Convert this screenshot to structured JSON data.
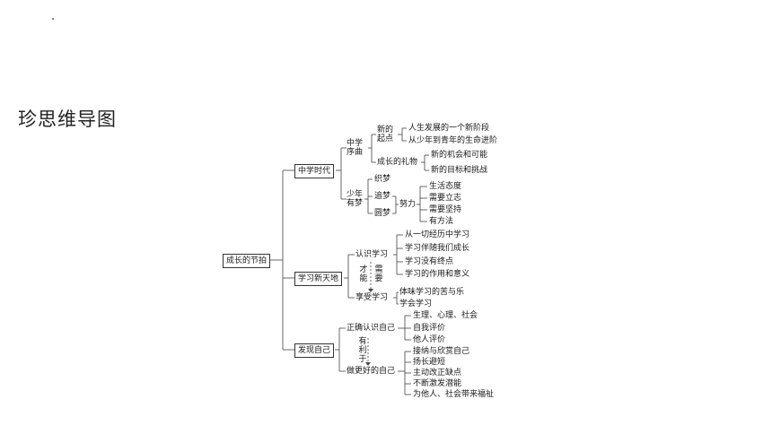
{
  "title": "珍思维导图",
  "root": "成长的节拍",
  "branches": {
    "b1": "中学时代",
    "b2": "学习新天地",
    "b3": "发现自己"
  },
  "b1": {
    "prelude": "中学\n序曲",
    "new_start": "新的\n起点",
    "new_start_items": [
      "人生发展的一个新阶段",
      "从少年到青年的生命进阶"
    ],
    "gift": "成长的礼物",
    "gift_items": [
      "新的机会和可能",
      "新的目标和挑战"
    ],
    "dream": "少年\n有梦",
    "weave": "织梦",
    "chase": "追梦",
    "realize": "圆梦",
    "effort": "努力",
    "effort_items": [
      "生活态度",
      "需要立志",
      "需要坚持",
      "有方法"
    ]
  },
  "b2": {
    "know": "认识学习",
    "know_items": [
      "从一切经历中学习",
      "学习伴随我们成长",
      "学习没有终点",
      "学习的作用和意义"
    ],
    "ability": "才能",
    "need": "需要",
    "enjoy": "享受学习",
    "enjoy_items": [
      "体味学习的苦与乐",
      "学会学习"
    ]
  },
  "b3": {
    "correct": "正确认识自己",
    "correct_items": [
      "生理、心理、社会",
      "自我评价",
      "他人评价"
    ],
    "beneficial": "有利于",
    "better": "做更好的自己",
    "better_items": [
      "接纳与欣赏自己",
      "扬长避短",
      "主动改正缺点",
      "不断激发潜能",
      "为他人、社会带来福祉"
    ]
  }
}
